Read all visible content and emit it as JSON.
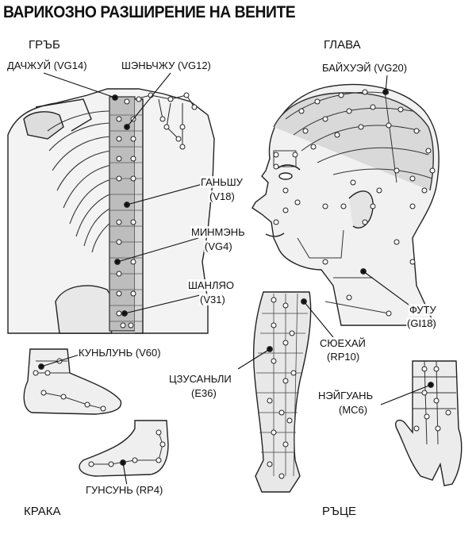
{
  "title": "ВАРИКОЗНО РАЗШИРЕНИЕ НА ВЕНИТЕ",
  "sections": {
    "back": "ГРЪБ",
    "head": "ГЛАВА",
    "legs": "КРАКА",
    "hands": "РЪЦЕ"
  },
  "points": {
    "dazhui": "ДАЧЖУЙ (VG14)",
    "shenzhu": "ШЭНЬЧЖУ (VG12)",
    "ganshu_name": "ГАНЬШУ",
    "ganshu_code": "(V18)",
    "mingmen_name": "МИНМЭНЬ",
    "mingmen_code": "(VG4)",
    "shanliao_name": "ШАНЛЯО",
    "shanliao_code": "(V31)",
    "baihui": "БАЙХУЭЙ (VG20)",
    "futu_name": "ФУТУ",
    "futu_code": "(GI18)",
    "xuehai_name": "СЮЕХАЙ",
    "xuehai_code": "(RP10)",
    "zusanli_name": "ЦЗУСАНЬЛИ",
    "zusanli_code": "(E36)",
    "neiguan_name": "НЭЙГУАНЬ",
    "neiguan_code": "(MC6)",
    "kunlun": "КУНЬЛУНЬ (V60)",
    "gongsun": "ГУНСУНЬ (RP4)"
  }
}
